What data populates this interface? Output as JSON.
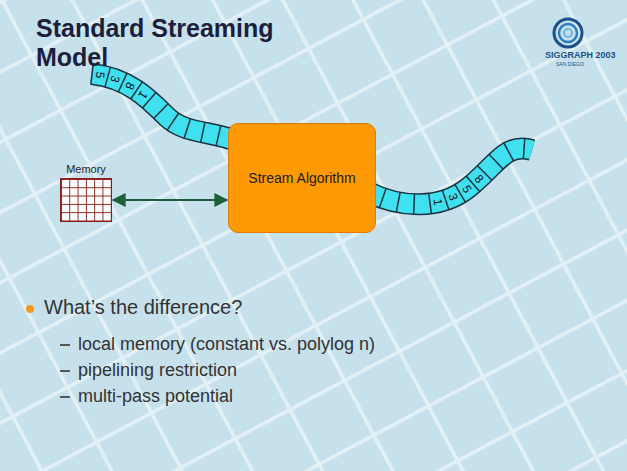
{
  "diagram": {
    "title": "Standard Streaming Model",
    "nodes": [
      {
        "text": [
          "Memory"
        ]
      },
      {
        "text": [
          "Stream Algorithm"
        ]
      }
    ],
    "edges": [
      {
        "from": 0,
        "to": 1,
        "arrow": "both"
      }
    ],
    "labels": [
      "SIGGRAPH 2003",
      "SAN DIEGO",
      "5",
      "3",
      "8",
      "1",
      "1",
      "3",
      "5",
      "8",
      "What’s the difference?",
      "local memory (constant vs. polylog n)",
      "pipelining restriction",
      "multi-pass potential"
    ]
  }
}
